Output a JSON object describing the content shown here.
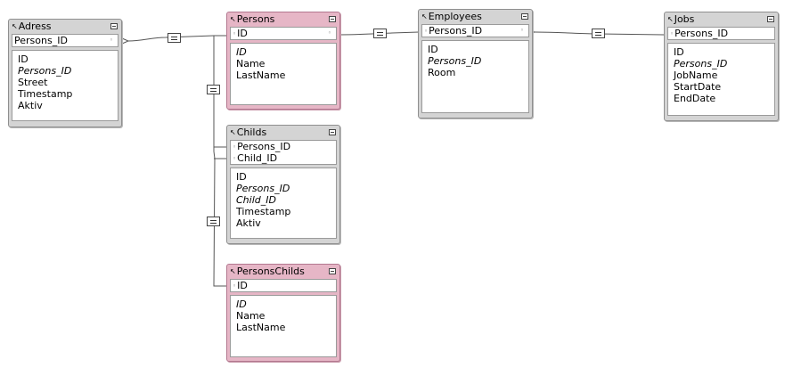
{
  "tables": {
    "adress": {
      "title": "Adress",
      "keys": [
        "Persons_ID"
      ],
      "fields": [
        {
          "name": "ID",
          "italic": false
        },
        {
          "name": "Persons_ID",
          "italic": true
        },
        {
          "name": "Street",
          "italic": false
        },
        {
          "name": "Timestamp",
          "italic": false
        },
        {
          "name": "Aktiv",
          "italic": false
        }
      ]
    },
    "persons": {
      "title": "Persons",
      "keys": [
        "ID"
      ],
      "fields": [
        {
          "name": "ID",
          "italic": true
        },
        {
          "name": "Name",
          "italic": false
        },
        {
          "name": "LastName",
          "italic": false
        }
      ]
    },
    "childs": {
      "title": "Childs",
      "keys": [
        "Persons_ID",
        "Child_ID"
      ],
      "fields": [
        {
          "name": "ID",
          "italic": false
        },
        {
          "name": "Persons_ID",
          "italic": true
        },
        {
          "name": "Child_ID",
          "italic": true
        },
        {
          "name": "Timestamp",
          "italic": false
        },
        {
          "name": "Aktiv",
          "italic": false
        }
      ]
    },
    "personschilds": {
      "title": "PersonsChilds",
      "keys": [
        "ID"
      ],
      "fields": [
        {
          "name": "ID",
          "italic": true
        },
        {
          "name": "Name",
          "italic": false
        },
        {
          "name": "LastName",
          "italic": false
        }
      ]
    },
    "employees": {
      "title": "Employees",
      "keys": [
        "Persons_ID"
      ],
      "fields": [
        {
          "name": "ID",
          "italic": false
        },
        {
          "name": "Persons_ID",
          "italic": true
        },
        {
          "name": "Room",
          "italic": false
        }
      ]
    },
    "jobs": {
      "title": "Jobs",
      "keys": [
        "Persons_ID"
      ],
      "fields": [
        {
          "name": "ID",
          "italic": false
        },
        {
          "name": "Persons_ID",
          "italic": true
        },
        {
          "name": "JobName",
          "italic": false
        },
        {
          "name": "StartDate",
          "italic": false
        },
        {
          "name": "EndDate",
          "italic": false
        }
      ]
    }
  },
  "colors": {
    "base_table": "#e6b6c6",
    "occurrence_table": "#d4d4d4",
    "relationship_line": "#555555"
  },
  "icons": {
    "table_header": "pin-arrow-icon",
    "collapse": "collapse-toggle-icon",
    "relationship": "equals-operator-icon",
    "key_marker": "key-dot-icon"
  }
}
